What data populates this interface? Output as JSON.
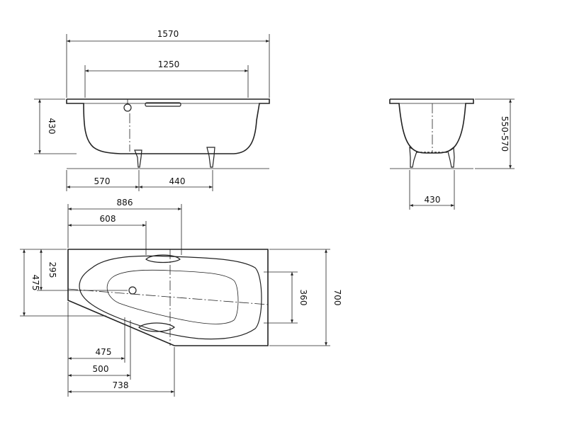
{
  "dimensions": {
    "front_length": "1570",
    "front_inner_length": "1250",
    "front_height": "430",
    "front_left_to_leg": "570",
    "front_leg_spacing": "440",
    "side_height": "550-570",
    "side_width": "430",
    "top_886": "886",
    "top_608": "608",
    "top_295": "295",
    "top_475_left": "475",
    "top_700": "700",
    "top_360": "360",
    "top_475_bottom": "475",
    "top_500": "500",
    "top_738": "738"
  }
}
